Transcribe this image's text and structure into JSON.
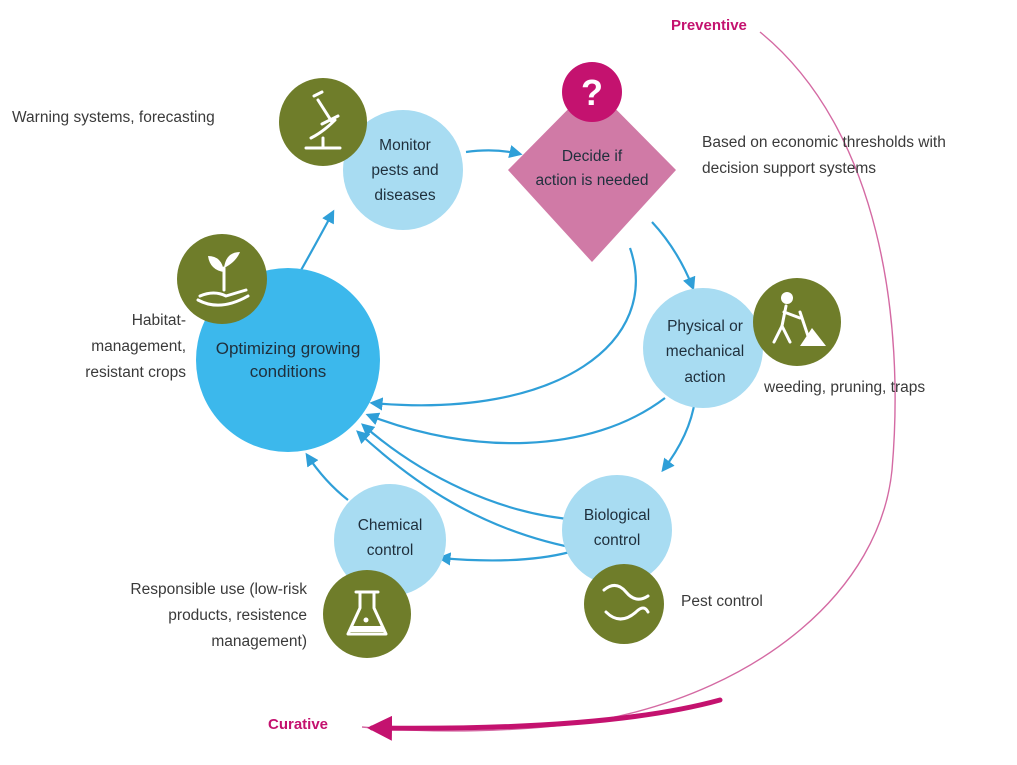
{
  "top_label": "Preventive",
  "bottom_label": "Curative",
  "nodes": {
    "monitor": [
      "Monitor",
      "pests and",
      "diseases"
    ],
    "decide": [
      "Decide if",
      "action is needed"
    ],
    "physical": [
      "Physical or",
      "mechanical",
      "action"
    ],
    "biological": [
      "Biological",
      "control"
    ],
    "chemical": [
      "Chemical",
      "control"
    ],
    "optimizing": [
      "Optimizing growing",
      "conditions"
    ]
  },
  "notes": {
    "warning": [
      "Warning systems, forecasting"
    ],
    "economic": [
      "Based on economic thresholds with",
      "decision support systems"
    ],
    "habitat": [
      "Habitat-",
      "management,",
      "resistant crops"
    ],
    "weeding": [
      "weeding, pruning, traps"
    ],
    "pest": [
      "Pest control"
    ],
    "responsible": [
      "Responsible use (low-risk",
      "products, resistence",
      "management)"
    ]
  },
  "decide_symbol": "?",
  "icons": {
    "monitor": "microscope-icon",
    "decide": "question-mark-icon",
    "physical": "worker-digging-icon",
    "biological": "worm-icon",
    "chemical": "flask-icon",
    "optimizing": "seedling-hand-icon"
  },
  "colors": {
    "node_blue": "#a8dcf2",
    "node_blue_big": "#3cb8ec",
    "arrow_blue": "#2f9fd8",
    "decision_pink": "#d07aa6",
    "decision_icon": "#c4126f",
    "icon_green": "#6f7d2a",
    "label_magenta": "#c4126f"
  }
}
